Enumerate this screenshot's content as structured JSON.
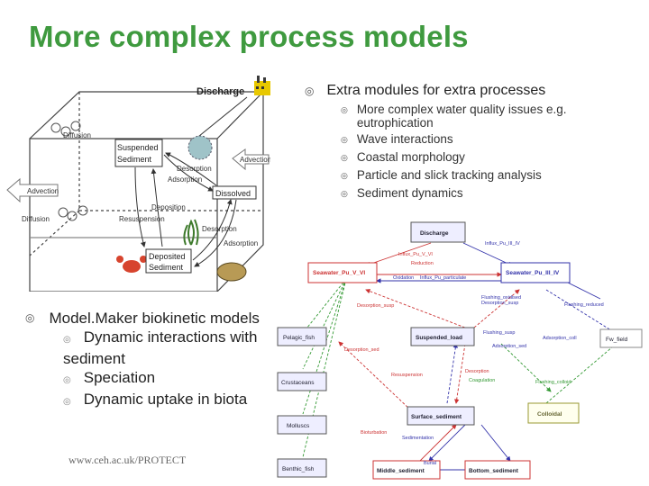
{
  "slide": {
    "title": "More complex process models",
    "right_bullet": {
      "text": "Extra modules for extra processes",
      "items": [
        "More complex water quality issues e.g. eutrophication",
        "Wave interactions",
        "Coastal morphology",
        "Particle and slick tracking analysis",
        "Sediment dynamics"
      ]
    },
    "left_bullet": {
      "text": "Model.Maker biokinetic models",
      "items": [
        "Dynamic interactions with  sediment",
        "Speciation",
        "Dynamic uptake in biota"
      ]
    },
    "url": "www.ceh.ac.uk/PROTECT"
  },
  "box_diagram": {
    "discharge": "Discharge",
    "diffusion_top": "Diffusion",
    "suspended_sediment_1": "Suspended",
    "suspended_sediment_2": "Sediment",
    "advection_right": "Advection",
    "desorption_1": "Desorption",
    "adsorption_1": "Adsorption",
    "dissolved": "Dissolved",
    "advection_left": "Advection",
    "diffusion_left": "Diffusion",
    "deposition": "Deposition",
    "resuspension": "Resuspension",
    "desorption_2": "Desorption",
    "adsorption_2": "Adsorption",
    "deposited_sediment_1": "Deposited",
    "deposited_sediment_2": "Sediment"
  },
  "flow_diagram": {
    "nodes": {
      "discharge": "Discharge",
      "seawater_v_vi": "Seawater_Pu_V_VI",
      "seawater_iii_iv": "Seawater_Pu_III_IV",
      "pelagic_fish": "Pelagic_fish",
      "suspended_load": "Suspended_load",
      "crustaceans": "Crustaceans",
      "surface_sediment": "Surface_sediment",
      "colloidal": "Colloidal",
      "molluscs": "Molluscs",
      "benthic_fish": "Benthic_fish",
      "middle_sediment": "Middle_sediment",
      "bottom_sediment": "Bottom_sediment",
      "fw_field": "Fw_field"
    },
    "labels": {
      "influx_iii_iv": "Influx_Pu_III_IV",
      "influx_v_vi": "Influx_Pu_V_VI",
      "reduction": "Reduction",
      "oxidation": "Oxidation",
      "influx_particulate": "Influx_Pu_particulate",
      "flushing_oxidised": "Flushing_oxidised",
      "desorption_susp_1": "Desorption_susp",
      "desorption_susp_2": "Desorption_susp",
      "flushing_reduced": "Flushing_reduced",
      "flushing_susp": "Flushing_susp",
      "adsorption_colloid": "Adsorption_coll",
      "desorption_sed": "Desorption_sed",
      "adsorption_sed": "Adsorption_sed",
      "resuspension": "Resuspension",
      "desorption": "Desorption",
      "coagulation": "Coagulation",
      "flushing_colloid": "Flushing_colloid",
      "bioturbation": "Bioturbation",
      "sedimentation": "Sedimentation",
      "burial": "Burial"
    }
  }
}
